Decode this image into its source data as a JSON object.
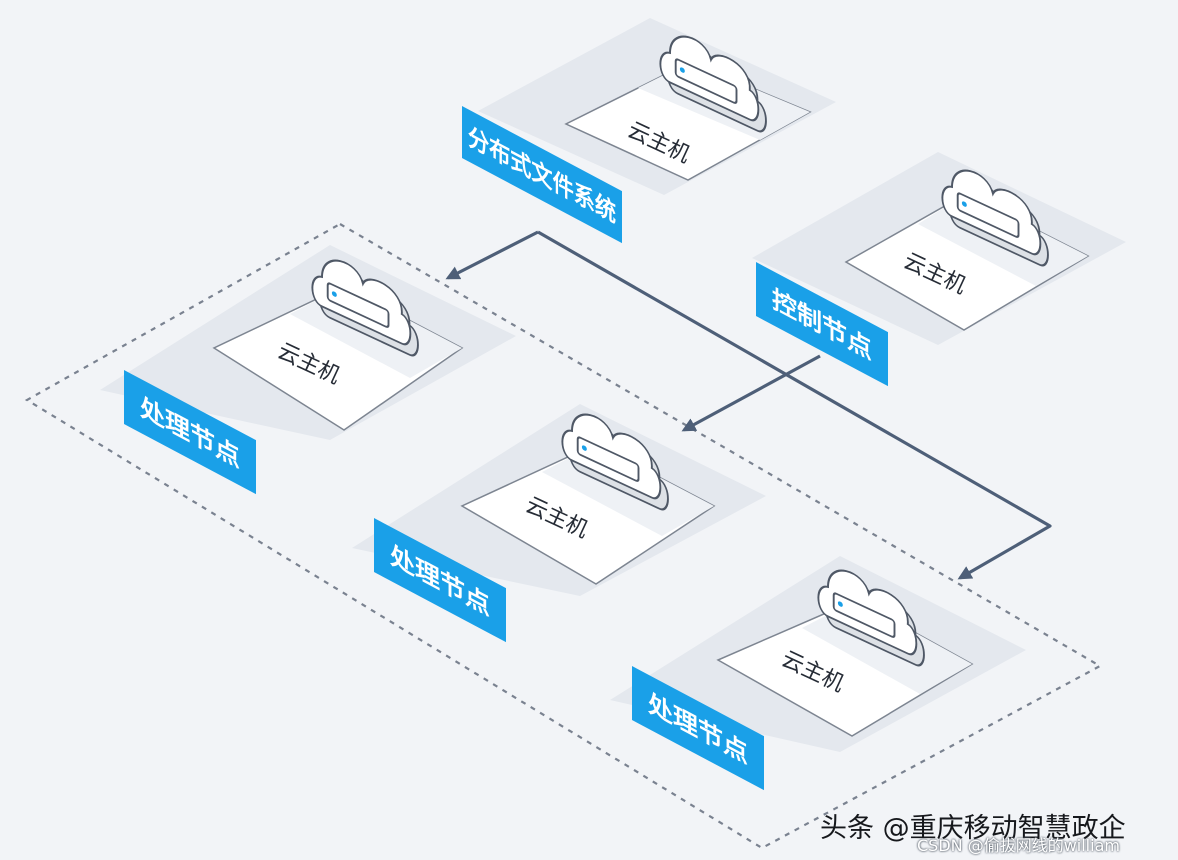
{
  "diagram": {
    "nodes": {
      "dfs": {
        "host": "云主机",
        "label": "分布式文件系统"
      },
      "control": {
        "host": "云主机",
        "label": "控制节点"
      },
      "proc1": {
        "host": "云主机",
        "label": "处理节点"
      },
      "proc2": {
        "host": "云主机",
        "label": "处理节点"
      },
      "proc3": {
        "host": "云主机",
        "label": "处理节点"
      }
    },
    "colors": {
      "background": "#f2f4f7",
      "label_blue": "#1aa0e8",
      "arrow": "#4e5f78",
      "cloud_stroke": "#4f5866",
      "dashed_border": "#7a8290"
    }
  },
  "watermark": {
    "main": "头条 @重庆移动智慧政企",
    "sub": "CSDN @偷拔网线的william"
  }
}
